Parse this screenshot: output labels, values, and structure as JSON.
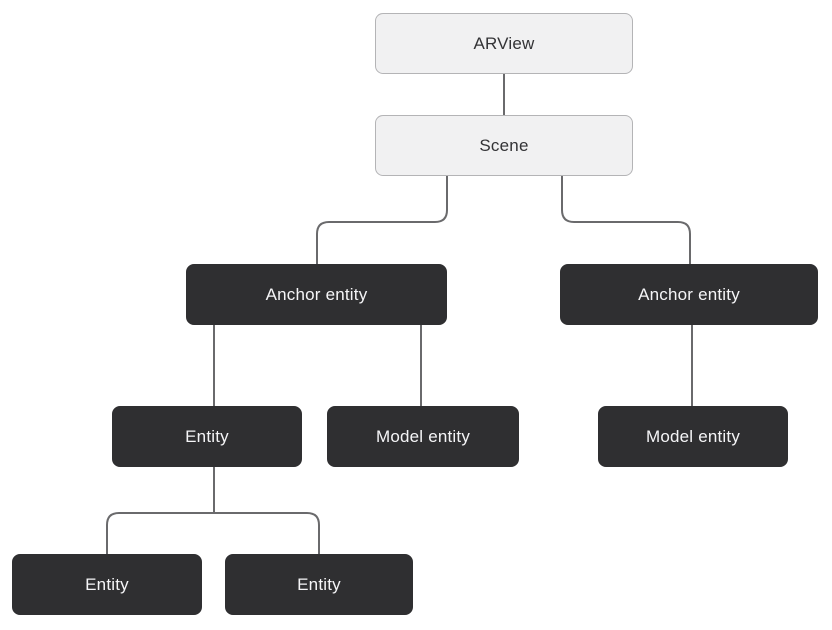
{
  "diagram": {
    "nodes": [
      {
        "id": "arview",
        "label": "ARView",
        "variant": "light"
      },
      {
        "id": "scene",
        "label": "Scene",
        "variant": "light"
      },
      {
        "id": "anchor-left",
        "label": "Anchor entity",
        "variant": "dark"
      },
      {
        "id": "anchor-right",
        "label": "Anchor entity",
        "variant": "dark"
      },
      {
        "id": "entity-mid",
        "label": "Entity",
        "variant": "dark"
      },
      {
        "id": "model-entity-mid",
        "label": "Model entity",
        "variant": "dark"
      },
      {
        "id": "model-entity-right",
        "label": "Model entity",
        "variant": "dark"
      },
      {
        "id": "entity-bottom-left",
        "label": "Entity",
        "variant": "dark"
      },
      {
        "id": "entity-bottom-right",
        "label": "Entity",
        "variant": "dark"
      }
    ],
    "edges": [
      {
        "from": "arview",
        "to": "scene"
      },
      {
        "from": "scene",
        "to": "anchor-left"
      },
      {
        "from": "scene",
        "to": "anchor-right"
      },
      {
        "from": "anchor-left",
        "to": "entity-mid"
      },
      {
        "from": "anchor-left",
        "to": "model-entity-mid"
      },
      {
        "from": "anchor-right",
        "to": "model-entity-right"
      },
      {
        "from": "entity-mid",
        "to": "entity-bottom-left"
      },
      {
        "from": "entity-mid",
        "to": "entity-bottom-right"
      }
    ],
    "colors": {
      "background": "#ffffff",
      "light_node_fill": "#f1f1f2",
      "light_node_border": "#b4b4b6",
      "light_node_text": "#333336",
      "dark_node_fill": "#2f2f31",
      "dark_node_text": "#f5f5f7",
      "connector": "#6a6a6c"
    }
  }
}
